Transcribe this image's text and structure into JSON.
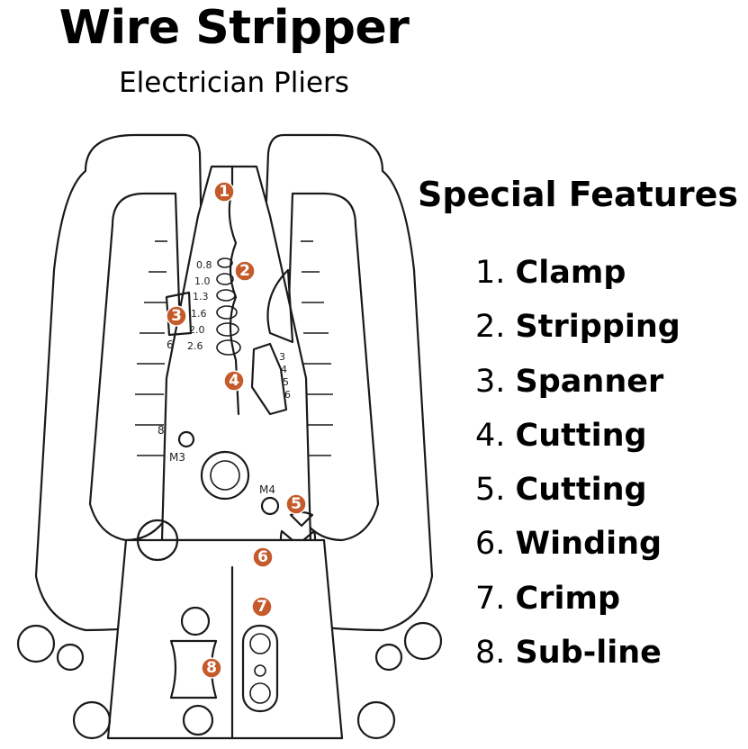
{
  "title": "Wire Stripper",
  "subtitle": "Electrician Pliers",
  "features_heading": "Special Features",
  "features": [
    {
      "num": "1.",
      "name": "Clamp"
    },
    {
      "num": "2.",
      "name": "Stripping"
    },
    {
      "num": "3.",
      "name": "Spanner"
    },
    {
      "num": "4.",
      "name": "Cutting"
    },
    {
      "num": "5.",
      "name": "Cutting"
    },
    {
      "num": "6.",
      "name": "Winding"
    },
    {
      "num": "7.",
      "name": "Crimp"
    },
    {
      "num": "8.",
      "name": "Sub-line"
    }
  ],
  "diagram": {
    "badge_color": "#c55a2b",
    "badges": [
      "1",
      "2",
      "3",
      "4",
      "5",
      "6",
      "7",
      "8"
    ],
    "strip_gauges": [
      "0.8",
      "1.0",
      "1.3",
      "1.6",
      "2.0",
      "2.6"
    ],
    "cut_gauges": [
      "3",
      "4",
      "5",
      "6"
    ],
    "left_gauge": "6",
    "marks": {
      "m3": "M3",
      "m4": "M4",
      "eight": "8"
    }
  }
}
